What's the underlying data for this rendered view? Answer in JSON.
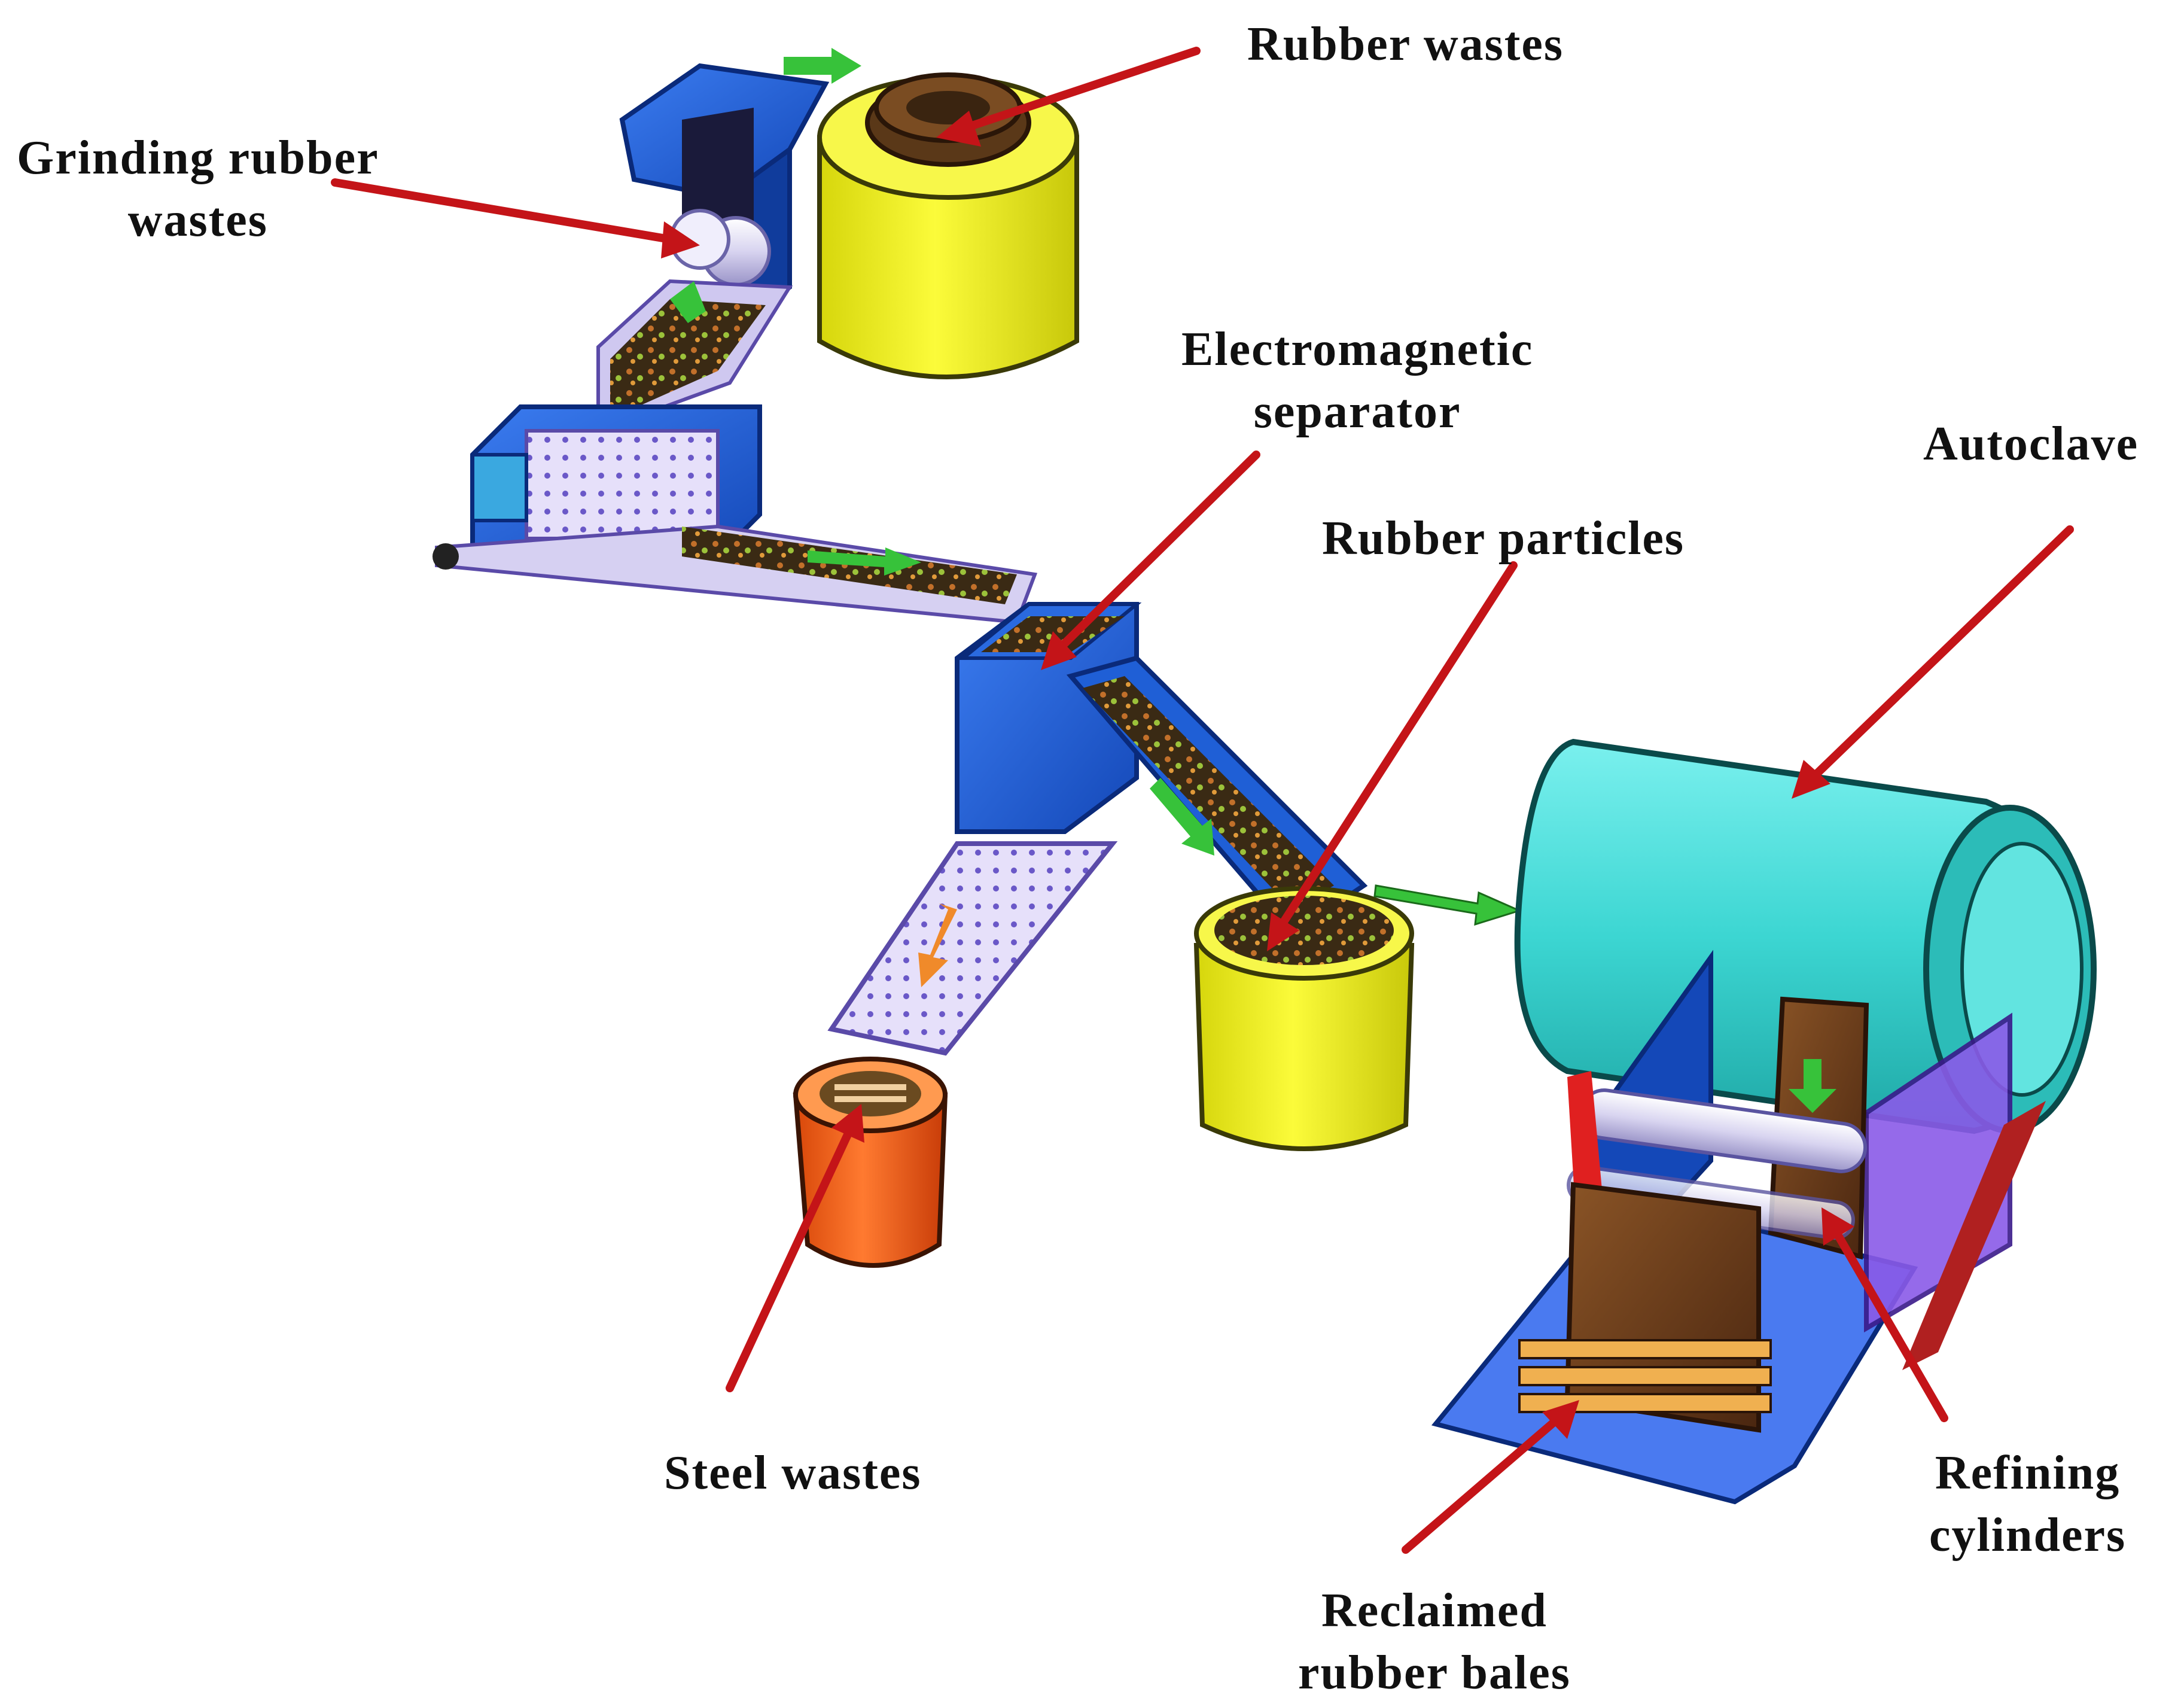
{
  "labels": {
    "rubber_wastes": "Rubber wastes",
    "grinding": [
      "Grinding rubber",
      "wastes"
    ],
    "electromagnetic": [
      "Electromagnetic",
      "separator"
    ],
    "autoclave": "Autoclave",
    "rubber_particles": "Rubber particles",
    "steel_wastes": "Steel wastes",
    "refining": [
      "Refining",
      "cylinders"
    ],
    "reclaimed": [
      "Reclaimed",
      "rubber bales"
    ]
  },
  "colors": {
    "arrow": "#c41418",
    "flow_arrow": "#37c23a",
    "flow_arrow_steel": "#f08a2a",
    "machine_blue": "#1f5fd6",
    "machine_blue_dark": "#103c9c",
    "bin_yellow": "#f2f21c",
    "bin_orange": "#ee5a12",
    "autoclave_cyan": "#3cd6d2",
    "rubber_brown": "#6a3a18",
    "belt_lavender": "#dcd4f4"
  }
}
